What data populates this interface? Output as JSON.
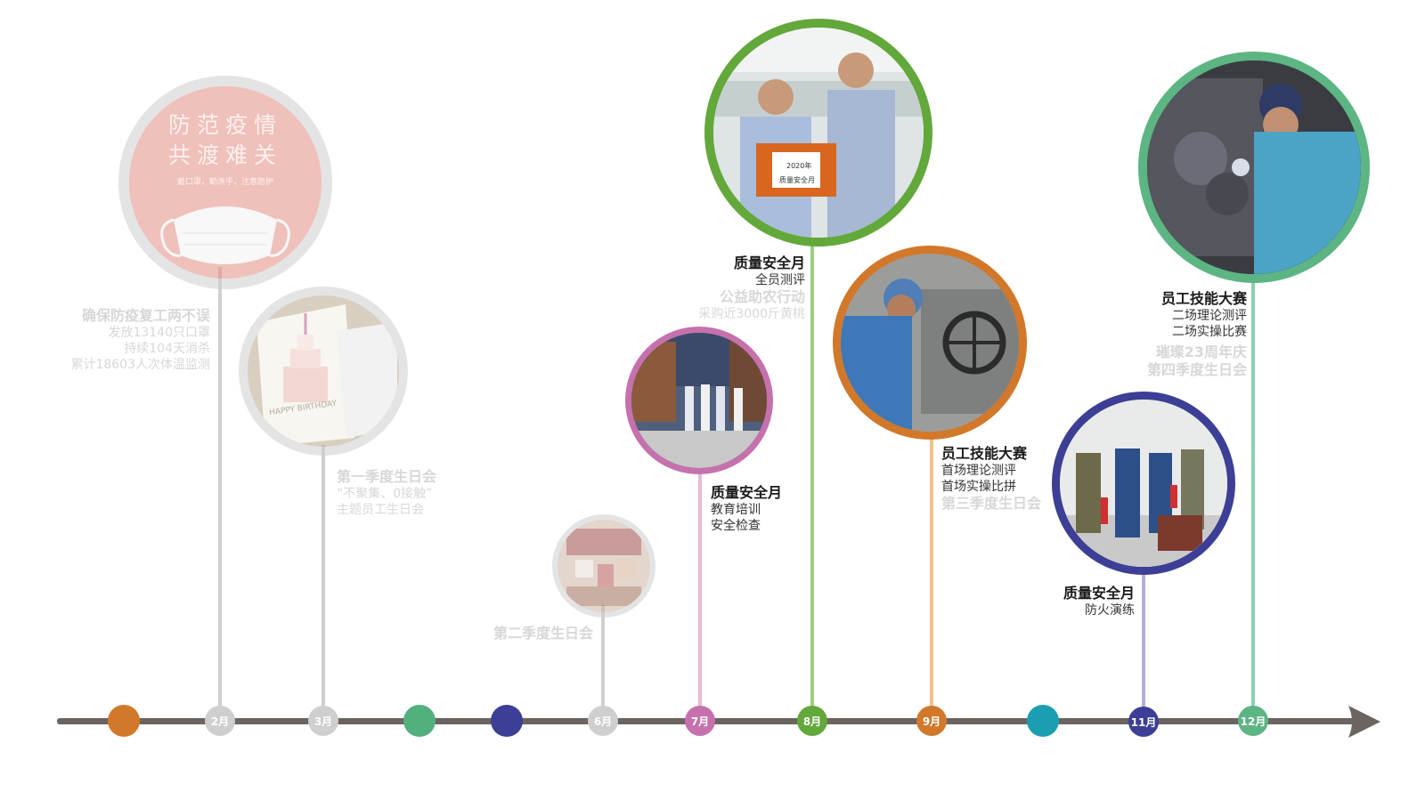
{
  "colors": {
    "axis": "#6b6461",
    "grey": "#cfcfcf",
    "orange": "#d2782a",
    "green_teal": "#52b07c",
    "navy": "#3c3f95",
    "pink": "#c671ad",
    "green": "#63a83a",
    "teal": "#1a9eb0",
    "mint": "#5cb583"
  },
  "months": {
    "m2": "2月",
    "m3": "3月",
    "m6": "6月",
    "m7": "7月",
    "m8": "8月",
    "m9": "9月",
    "m11": "11月",
    "m12": "12月"
  },
  "poster": {
    "line1": "防范疫情",
    "line2": "共渡难关",
    "small": "戴口罩，勤洗手，注意防护"
  },
  "events": {
    "feb": {
      "title": "确保防疫复工两不误",
      "lines": [
        "发放13140只口罩",
        "持续104天消杀",
        "累计18603人次体温监测"
      ]
    },
    "mar": {
      "title": "第一季度生日会",
      "lines": [
        "“不聚集、0接触”",
        "主题员工生日会"
      ]
    },
    "jun": {
      "title": "第二季度生日会"
    },
    "jul": {
      "title": "质量安全月",
      "lines": [
        "教育培训",
        "安全检查"
      ]
    },
    "aug": {
      "title": "质量安全月",
      "line1": "全员测评",
      "title2": "公益助农行动",
      "line2": "采购近3000斤黄桃"
    },
    "sep": {
      "title": "员工技能大赛",
      "lines": [
        "首场理论测评",
        "首场实操比拼"
      ],
      "title2": "第三季度生日会"
    },
    "nov": {
      "title": "质量安全月",
      "lines": [
        "防火演练"
      ]
    },
    "dec": {
      "title": "员工技能大赛",
      "lines": [
        "二场理论测评",
        "二场实操比赛"
      ],
      "title2": "璀璨23周年庆",
      "title3": "第四季度生日会"
    }
  },
  "photo_text": {
    "box_year": "2020年",
    "box_label": "质量安全月",
    "cake_text": "HAPPY BIRTHDAY"
  }
}
